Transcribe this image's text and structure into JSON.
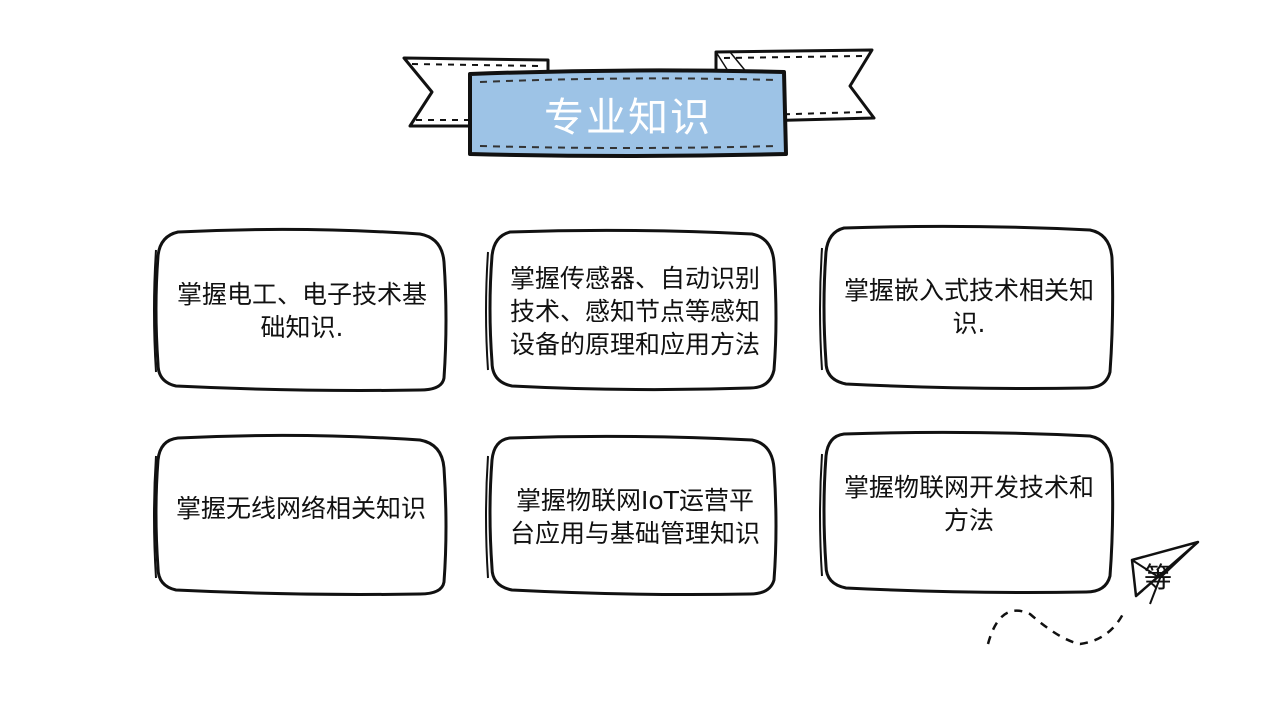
{
  "slide": {
    "title": "专业知识",
    "cards": [
      {
        "text": "掌握电工、电子技术基础知识."
      },
      {
        "text": "掌握传感器、自动识别技术、感知节点等感知设备的原理和应用方法"
      },
      {
        "text": "掌握嵌入式技术相关知识."
      },
      {
        "text": "掌握无线网络相关知识"
      },
      {
        "text": "掌握物联网IoT运营平台应用与基础管理知识"
      },
      {
        "text": "掌握物联网开发技术和方法"
      }
    ],
    "etc_label": "等"
  },
  "colors": {
    "banner_fill": "#9dc3e6",
    "outline": "#111111",
    "background": "#ffffff"
  }
}
